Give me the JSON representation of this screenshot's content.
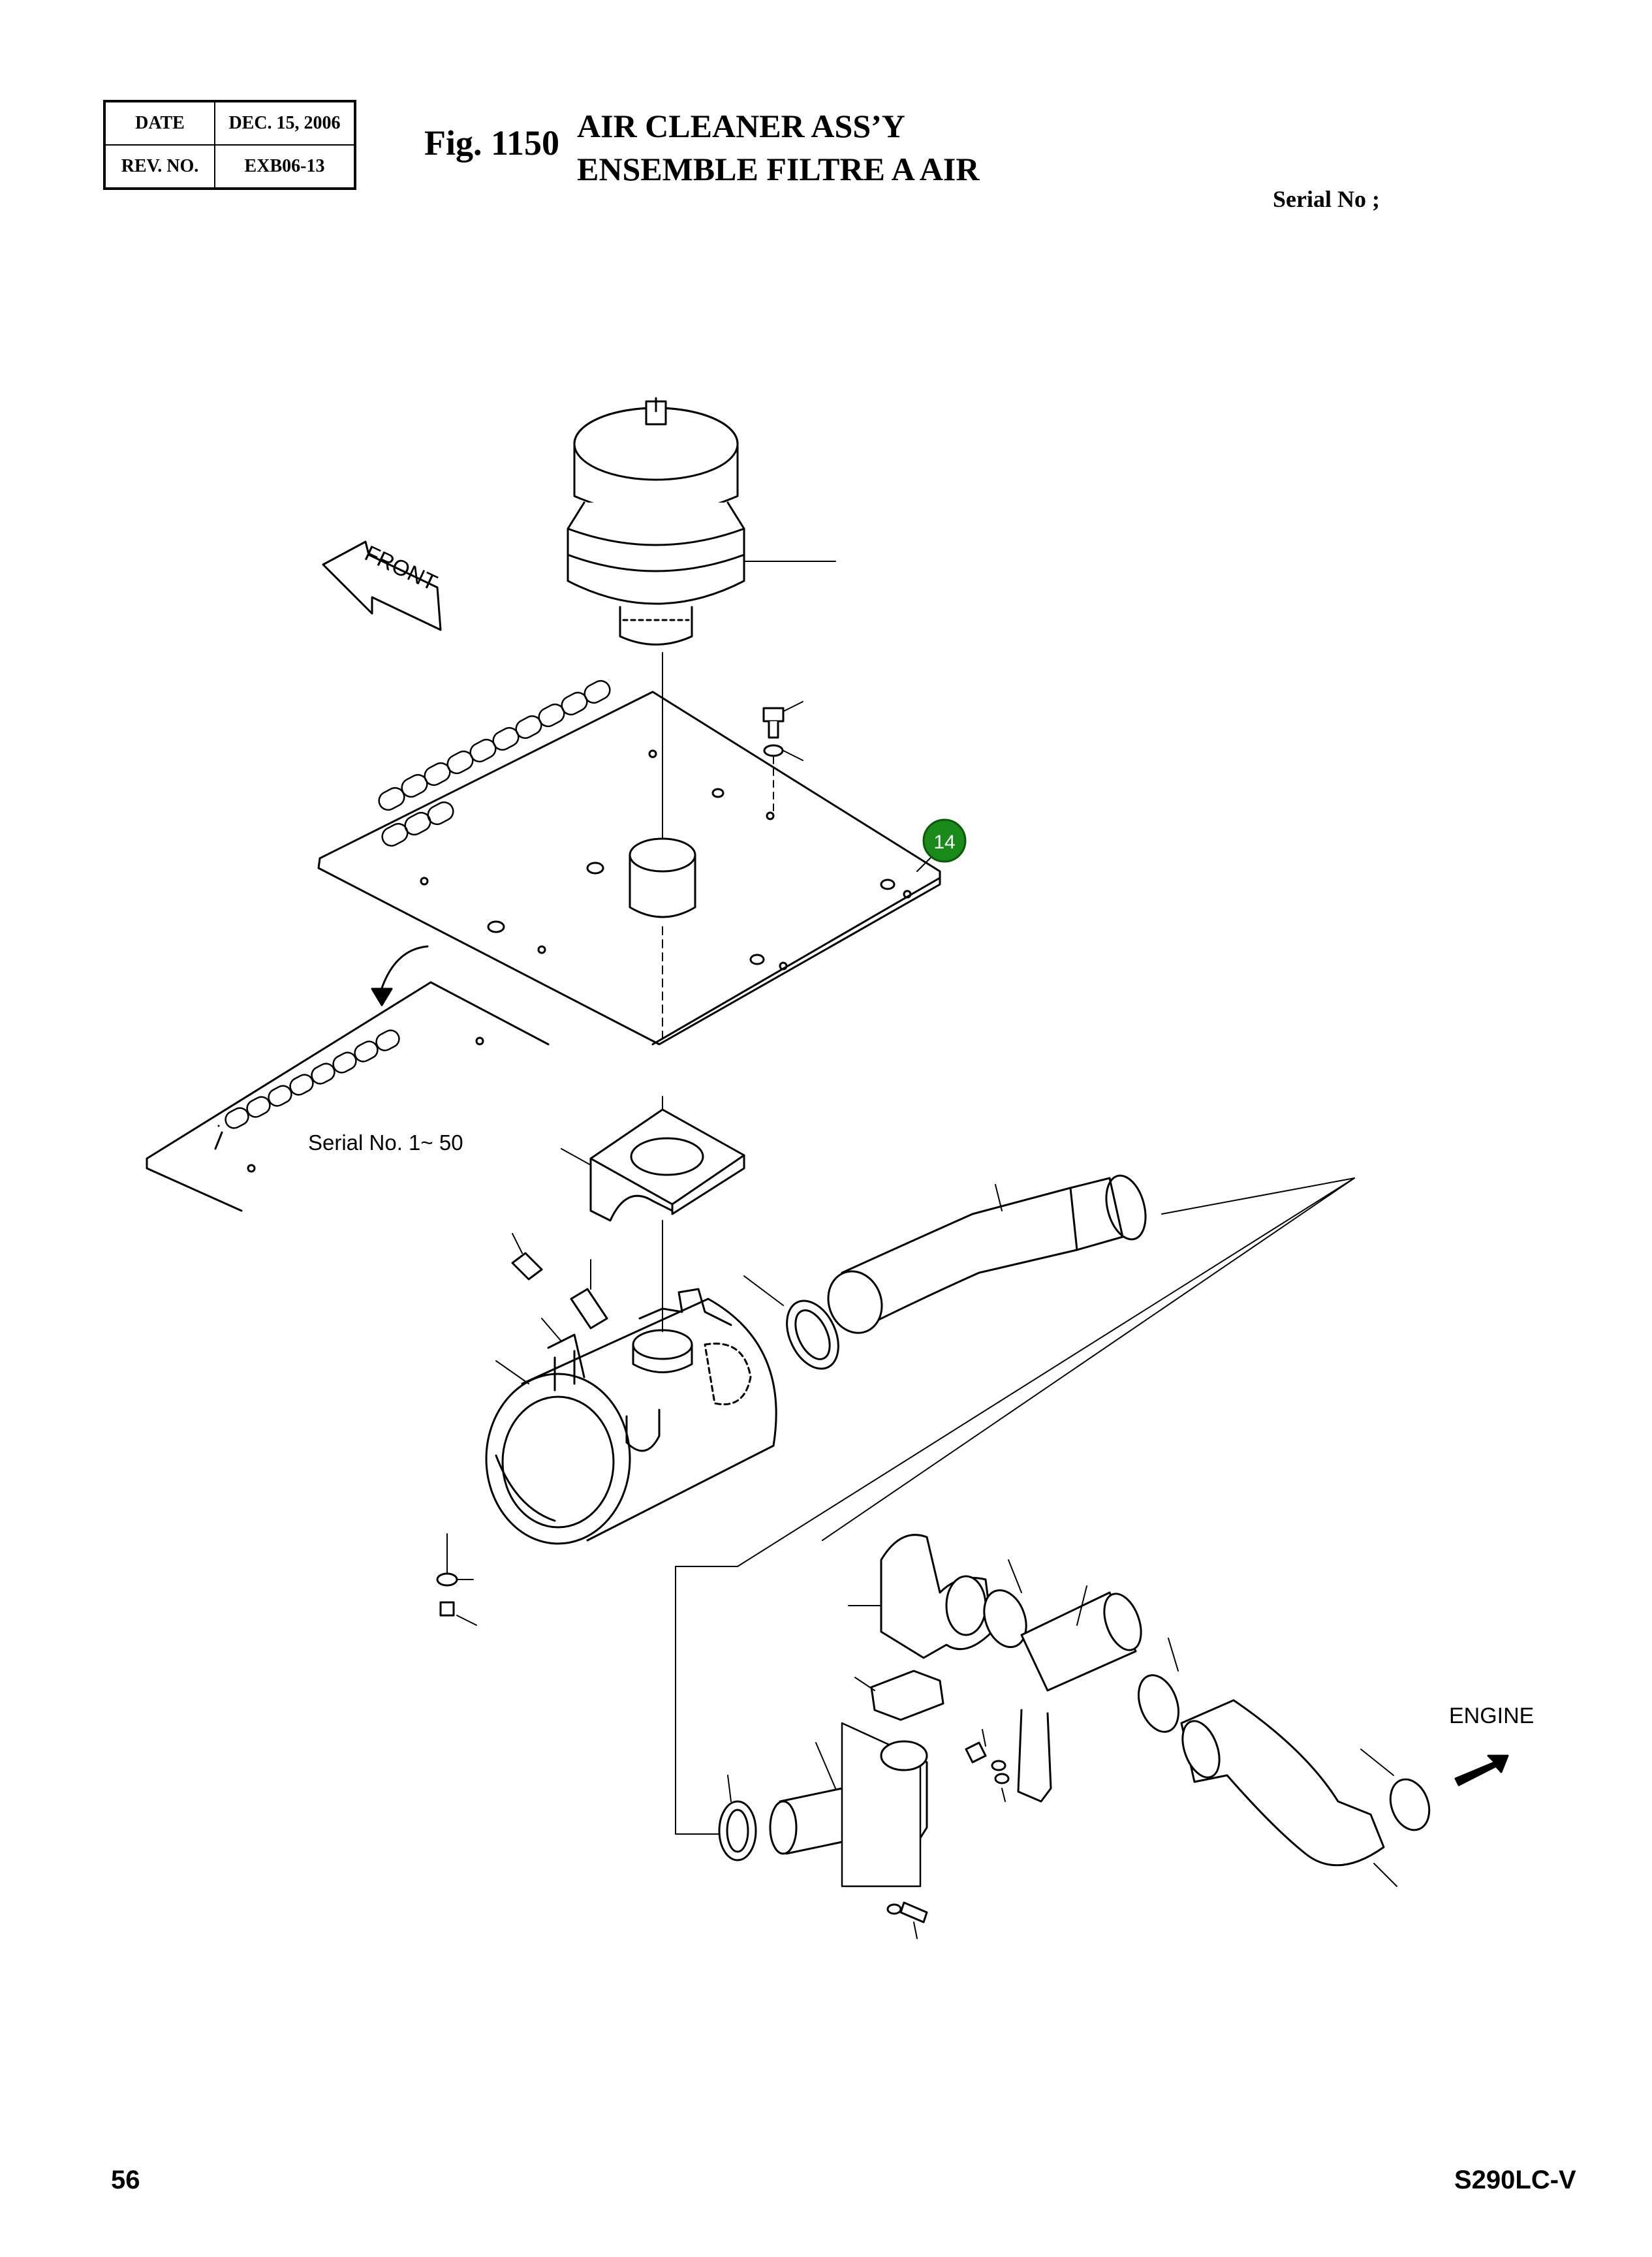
{
  "header": {
    "date_label": "DATE",
    "date_value": "DEC. 15, 2006",
    "rev_label": "REV. NO.",
    "rev_value": "EXB06-13"
  },
  "figure": {
    "number": "Fig. 1150",
    "title_en": "AIR CLEANER ASS’Y",
    "title_fr": "ENSEMBLE FILTRE A AIR",
    "serial_label": "Serial No ;"
  },
  "drawing": {
    "front_label": "FRONT",
    "engine_label": "ENGINE",
    "serial_variant_label": "Serial No. 1~ 50",
    "callout_number": "14",
    "callout_color": "#1a8a1a"
  },
  "footer": {
    "page_number": "56",
    "model": "S290LC-V"
  }
}
